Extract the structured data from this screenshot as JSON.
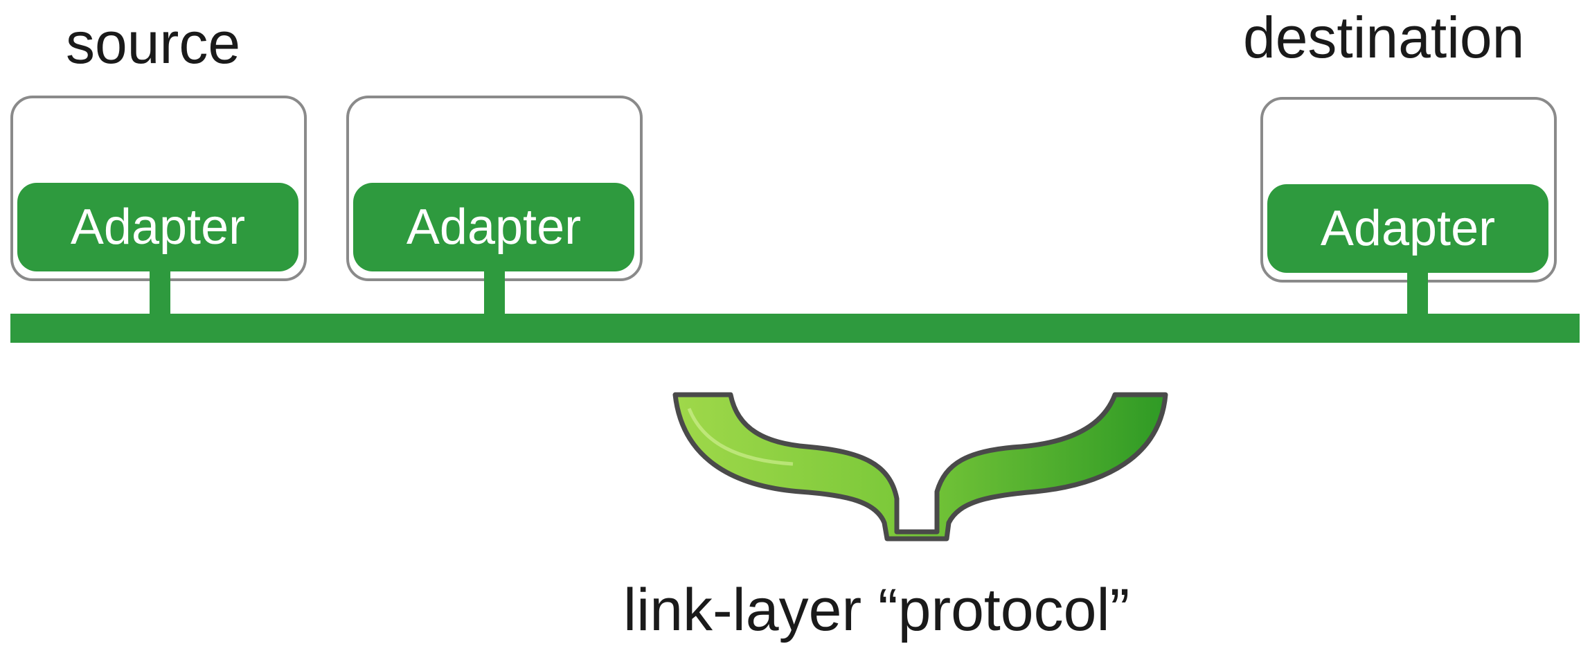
{
  "labels": {
    "source": "source",
    "destination": "destination",
    "protocol": "link-layer “protocol”"
  },
  "adapters": [
    {
      "label": "Adapter"
    },
    {
      "label": "Adapter"
    },
    {
      "label": "Adapter"
    }
  ],
  "colors": {
    "link": "#2e9a3e",
    "host_border": "#8a8a8a",
    "text": "#1a1a1a"
  },
  "icons": {
    "brace": "curly-brace-icon"
  }
}
